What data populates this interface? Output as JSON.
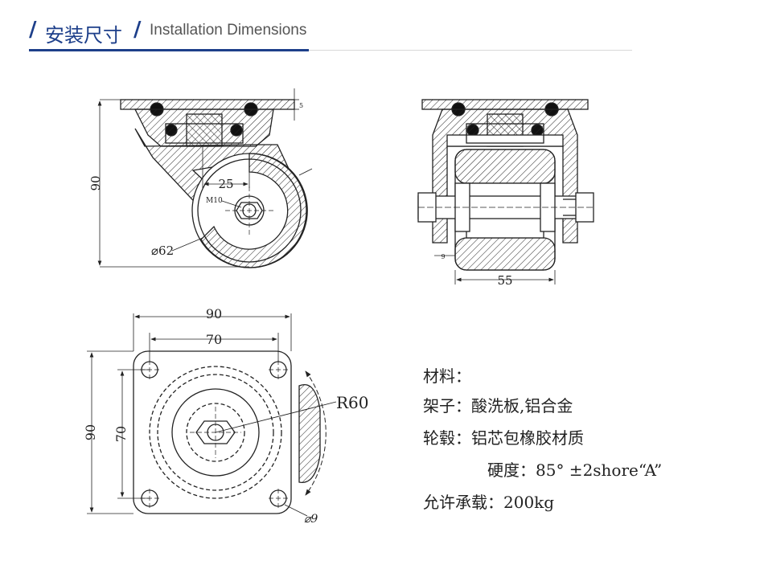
{
  "header": {
    "slash": "/",
    "zh_title": "安装尺寸",
    "en_title": "Installation Dimensions"
  },
  "side_view": {
    "height": "90",
    "offset": "25",
    "thread": "M10",
    "wheel_dia": "⌀62",
    "plate_thickness": "5"
  },
  "front_view": {
    "width": "55",
    "gap": "9"
  },
  "top_view": {
    "plate_width": "90",
    "hole_spacing_x": "70",
    "plate_height": "90",
    "hole_spacing_y": "70",
    "swivel_radius": "R60",
    "hole_dia": "⌀9"
  },
  "specs": {
    "material_label": "材料：",
    "frame": "架子：酸洗板,铝合金",
    "hub": "轮毂：铝芯包橡胶材质",
    "hardness": "硬度：85° ±2shore“A”",
    "load": "允许承载：200kg"
  },
  "colors": {
    "brand": "#1d3f8a",
    "line": "#222222"
  }
}
